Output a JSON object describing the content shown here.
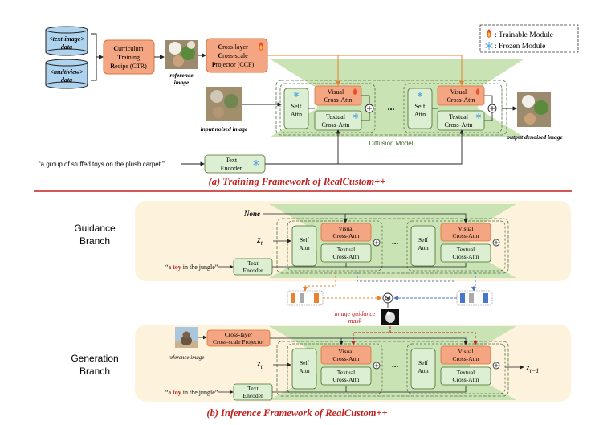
{
  "training": {
    "db1": [
      "<text-image>",
      "data"
    ],
    "db2": [
      "<multiview>",
      "data"
    ],
    "ctr": [
      "Curriculum",
      "Training",
      "Recipe (CTR)"
    ],
    "ctr_initials": [
      "C",
      "T",
      "R"
    ],
    "ctr_rest": [
      "urriculum",
      "raining",
      "ecipe (CTR)"
    ],
    "ref_image": [
      "reference",
      "image"
    ],
    "ccp": [
      "Cross-layer",
      "Cross-scale",
      "Projector (CCP)"
    ],
    "ccp_initials": [
      "C",
      "C",
      "P"
    ],
    "ccp_rest": [
      "ross-layer",
      "ross-scale",
      "rojector (CCP)"
    ],
    "legend": {
      "trainable": ": Trainable Module",
      "frozen": ": Frozen Module"
    },
    "self_attn": [
      "Self",
      "Attn"
    ],
    "visual_ca": [
      "Visual",
      "Cross-Attn"
    ],
    "textual_ca": [
      "Textual",
      "Cross-Attn"
    ],
    "ellipsis": "...",
    "diffusion_model": "Diffusion Model",
    "input_label": "input noised image",
    "output_label": "output denoised image",
    "prompt": "“a group of stuffed toys on the plush carpet ”",
    "text_encoder": [
      "Text",
      "Encoder"
    ],
    "caption": "(a) Training Framework of RealCustom++"
  },
  "inference": {
    "guidance_branch": [
      "Guidance",
      "Branch"
    ],
    "generation_branch": [
      "Generation",
      "Branch"
    ],
    "none_label": "None",
    "zt": "z",
    "zt_sub": "t",
    "ztm1_sub": "t−1",
    "self_attn": [
      "Self",
      "Attn"
    ],
    "visual_ca": [
      "Visual",
      "Cross-Attn"
    ],
    "textual_ca": [
      "Textual",
      "Cross-Attn"
    ],
    "ellipsis": "...",
    "prompt_pre": "“a ",
    "prompt_word": "toy",
    "prompt_post": " in the jungle”",
    "text_encoder": [
      "Text",
      "Encoder"
    ],
    "mask_label": [
      "image guidance",
      "mask"
    ],
    "ref_image": "reference image",
    "ccp": [
      "Cross-layer",
      "Cross-scale Projector"
    ],
    "otimes": "⊗",
    "caption": "(b) Inference Framework of RealCustom++"
  },
  "colors": {
    "orange": "#f4a582",
    "orange_stroke": "#d8743e",
    "green": "#c9e3b5",
    "green_box": "#dcefd2",
    "blue_db": "#aed3ee",
    "cream": "#fdf3dc",
    "red": "#c0201f",
    "blue_arrow": "#4a78c8"
  }
}
